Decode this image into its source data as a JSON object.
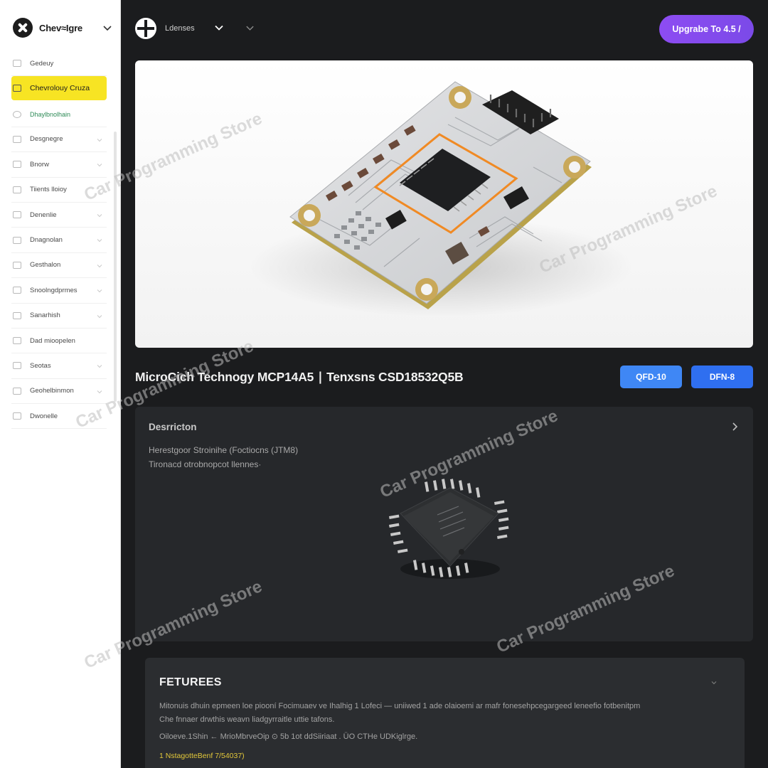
{
  "sidebar": {
    "brand": "Chev≈Igre",
    "items": [
      {
        "label": "Gedeuy",
        "state": "normal"
      },
      {
        "label": "Chevrolouy Cruza",
        "state": "active"
      },
      {
        "label": "Dhaylbnolhain",
        "state": "sub"
      },
      {
        "label": "Desgnegre",
        "state": "normal"
      },
      {
        "label": "Bnorw",
        "state": "normal"
      },
      {
        "label": "Tiients lloioy",
        "state": "normal"
      },
      {
        "label": "Denenlie",
        "state": "normal"
      },
      {
        "label": "Dnagnolan",
        "state": "normal"
      },
      {
        "label": "Gesthalon",
        "state": "normal"
      },
      {
        "label": "Snoolngdprmes",
        "state": "normal"
      },
      {
        "label": "Sanarhish",
        "state": "normal"
      },
      {
        "label": "Dad mioopelen",
        "state": "normal"
      },
      {
        "label": "Seotas",
        "state": "normal"
      },
      {
        "label": "Geohelbinmon",
        "state": "normal"
      },
      {
        "label": "Dwonelle",
        "state": "normal"
      }
    ]
  },
  "topbar": {
    "label": "Ldenses",
    "upgrade_label": "Upgrabe To 4.5 /"
  },
  "product": {
    "title": "MicroCich Technogy MCP14A5 ∣ Tenxsns CSD18532Q5B",
    "tags": [
      "QFD-10",
      "DFN-8"
    ]
  },
  "description": {
    "heading": "Desrricton",
    "line1": "Herestgoor Stroinihe (Foctiocns (JTM8)",
    "line2": "Tironacd otrobnopcot llennes·"
  },
  "features": {
    "heading": "FETUREES",
    "line1": "Mitonuis dhuin epmeen  loe piooní Focimuaev ve Ihalhig 1 Lofeci  — uniiwed 1 ade olaioemi ar mafr fonesehpcegargeed leneefio fotbenitpm",
    "line2": "Che fnnaer drwthis  weavn liadgyrraitle uttie tafons.",
    "line3": "Oiloeve.1Shin ← MrioMbrveOip ⊙   5b 1ot ddSiiriaat  .  ÜO CTHe UDKiglrge.",
    "note": "1 NstagotteBenf 7/54037)"
  },
  "watermark": "Car Programming Store",
  "colors": {
    "accent_active": "#f7e423",
    "upgrade": "#8d4cf2",
    "tag_blue": "#3f87f5",
    "chip_highlight": "#f08a24"
  }
}
